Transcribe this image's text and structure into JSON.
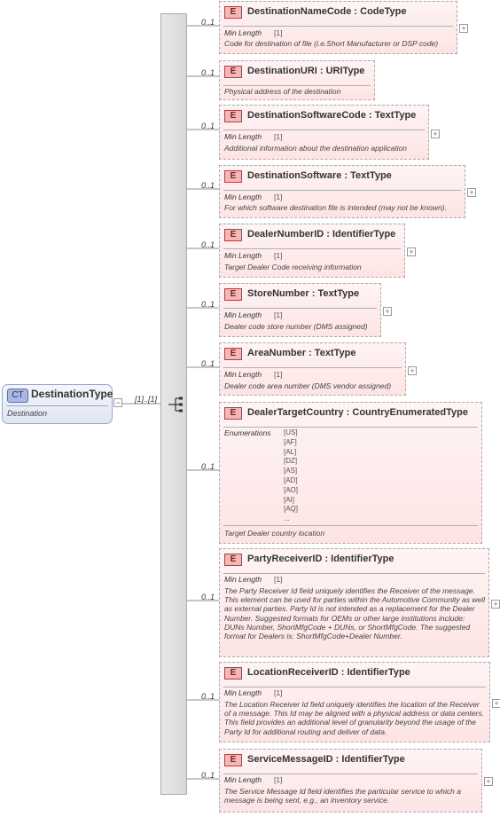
{
  "complex_type": {
    "badge": "CT",
    "name": "DestinationType",
    "description": "Destination",
    "multiplicity": "[1]..[1]",
    "toggle": "−"
  },
  "plus_symbol": "+",
  "elements": [
    {
      "badge": "E",
      "name": "DestinationNameCode : CodeType",
      "occurrence": "0..1",
      "facet_label": "Min Length",
      "facet_value": "[1]",
      "description": "Code for destination of file (i.e.Short Manufacturer or DSP code)"
    },
    {
      "badge": "E",
      "name": "DestinationURI : URIType",
      "occurrence": "0..1",
      "description": "Physical address of the destination"
    },
    {
      "badge": "E",
      "name": "DestinationSoftwareCode : TextType",
      "occurrence": "0..1",
      "facet_label": "Min Length",
      "facet_value": "[1]",
      "description": "Additional information about the destination application"
    },
    {
      "badge": "E",
      "name": "DestinationSoftware : TextType",
      "occurrence": "0..1",
      "facet_label": "Min Length",
      "facet_value": "[1]",
      "description": "For which software destination file is intended (may not be known)."
    },
    {
      "badge": "E",
      "name": "DealerNumberID : IdentifierType",
      "occurrence": "0..1",
      "facet_label": "Min Length",
      "facet_value": "[1]",
      "description": "Target Dealer Code receiving information"
    },
    {
      "badge": "E",
      "name": "StoreNumber : TextType",
      "occurrence": "0..1",
      "facet_label": "Min Length",
      "facet_value": "[1]",
      "description": "Dealer code store number (DMS assigned)"
    },
    {
      "badge": "E",
      "name": "AreaNumber : TextType",
      "occurrence": "0..1",
      "facet_label": "Min Length",
      "facet_value": "[1]",
      "description": "Dealer code area number (DMS vendor assigned)"
    },
    {
      "badge": "E",
      "name": "DealerTargetCountry : CountryEnumeratedType",
      "occurrence": "0..1",
      "facet_label": "Enumerations",
      "enumerations": [
        "[US]",
        "[AF]",
        "[AL]",
        "[DZ]",
        "[AS]",
        "[AD]",
        "[AO]",
        "[AI]",
        "[AQ]",
        "..."
      ],
      "description": "Target Dealer country location"
    },
    {
      "badge": "E",
      "name": "PartyReceiverID : IdentifierType",
      "occurrence": "0..1",
      "facet_label": "Min Length",
      "facet_value": "[1]",
      "description": "The Party Receiver Id field uniquely identifies the Receiver of the message. This element can be used for parties within the Automotive Community as well as external parties. Party Id is not intended as a replacement for the Dealer Number. Suggested formats for OEMs or other large institutions include: DUNs Number, ShortMfgCode + DUNs, or ShortMfgCode. The suggested format for Dealers is: ShortMfgCode+Dealer Number."
    },
    {
      "badge": "E",
      "name": "LocationReceiverID : IdentifierType",
      "occurrence": "0..1",
      "facet_label": "Min Length",
      "facet_value": "[1]",
      "description": "The Location Receiver Id field uniquely identifies the location of the Receiver of a message. This Id may be aligned with a physical address or data centers. This field provides an additional level of granularity beyond the usage of the Party Id for additional routing and deliver of data."
    },
    {
      "badge": "E",
      "name": "ServiceMessageID : IdentifierType",
      "occurrence": "0..1",
      "facet_label": "Min Length",
      "facet_value": "[1]",
      "description": "The Service Message Id field identifies the particular service to which a message is being sent, e.g., an inventory service."
    }
  ]
}
